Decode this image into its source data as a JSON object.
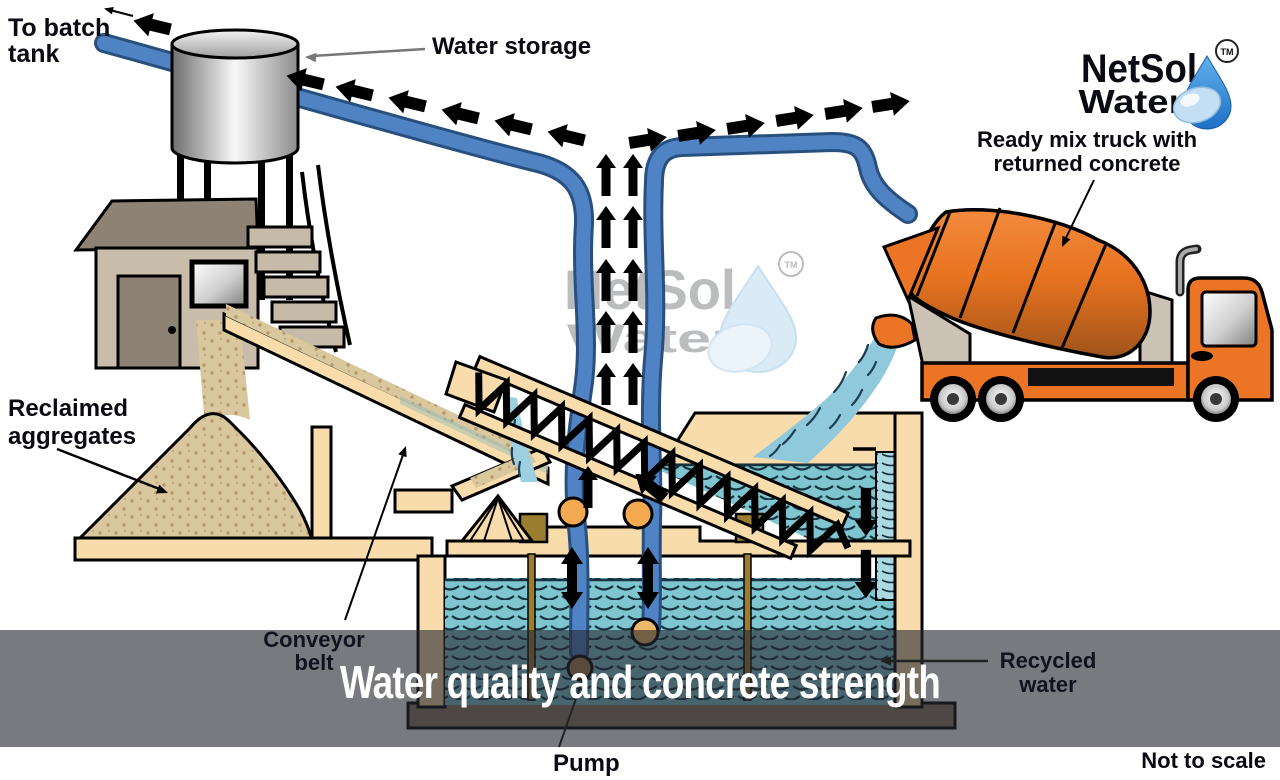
{
  "banner": {
    "title": "Water quality and concrete strength"
  },
  "labels": {
    "to_batch_tank": [
      "To batch",
      "tank"
    ],
    "water_storage": "Water storage",
    "ready_mix_truck": [
      "Ready mix truck with",
      "returned concrete"
    ],
    "reclaimed_aggregates": [
      "Reclaimed",
      "aggregates"
    ],
    "conveyor_belt": [
      "Conveyor",
      "belt"
    ],
    "pump": "Pump",
    "recycled_water": [
      "Recycled",
      "water"
    ],
    "not_to_scale": "Not to scale"
  },
  "logo": {
    "line1": "NetSol",
    "line2": "Water",
    "tm": "TM"
  },
  "watermark": {
    "line1": "NetSol",
    "line2": "Water",
    "tm": "TM"
  },
  "colors": {
    "water": "#7EC5D0",
    "weir_water": "#ABD9E1",
    "waterfall": "#8FC9DB",
    "pipe": "#5083C4",
    "structure_tan": "#F8DCAC",
    "aggregate": "#D9C79E",
    "truck": "#EB7524",
    "olive": "#9A7D2F",
    "roller_orange": "#F3A950",
    "base_brown": "#8B7B66",
    "logo_blue": "#2F86D3",
    "banner_overlay": "rgba(38,40,48,0.62)",
    "title_text": "#FFFFFF",
    "label_text": "#0A0A12"
  }
}
